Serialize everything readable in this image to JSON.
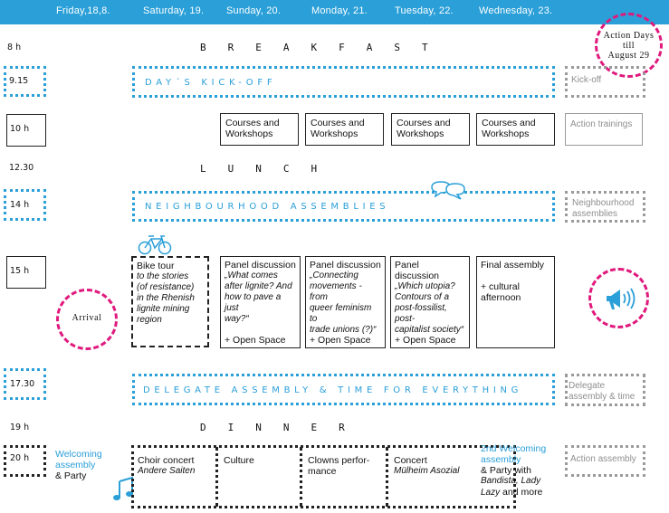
{
  "days": [
    "Friday,18,8.",
    "Saturday, 19.",
    "Sunday, 20.",
    "Monday, 21.",
    "Tuesday, 22.",
    "Wednesday, 23."
  ],
  "action_days": {
    "line1": "Action Days",
    "line2": "till",
    "line3": "August 29"
  },
  "times": {
    "t8": "8 h",
    "t915": "9.15",
    "t10": "10 h",
    "t1230": "12.30",
    "t14": "14 h",
    "t15": "15 h",
    "t1730": "17.30",
    "t19": "19 h",
    "t20": "20 h"
  },
  "breakfast": "BREAKFAST",
  "lunch": "LUNCH",
  "dinner": "DINNER",
  "kickoff": "DAY´S KICK-OFF",
  "neighbourhood": "NEIGHBOURHOOD ASSEMBLIES",
  "delegate": "DELEGATE ASSEMBLY & TIME FOR EVERYTHING",
  "right": {
    "kickoff": "Kick-off",
    "trainings": "Action trainings",
    "neigh1": "Neighbourhood",
    "neigh2": "assemblies",
    "deleg1": "Delegate",
    "deleg2": "assembly & time",
    "action_assembly": "Action assembly"
  },
  "courses": {
    "line1": "Courses and",
    "line2": "Workshops"
  },
  "arrival": "Arrival",
  "bike": {
    "title": "Bike tour",
    "l1": "to the stories",
    "l2": "(of resistance)",
    "l3": "in the Rhenish",
    "l4": "lignite mining",
    "l5": "region"
  },
  "panel_title": "Panel discussion",
  "panel1": {
    "l1": "„What comes",
    "l2": "after lignite? And",
    "l3": "how to pave a just",
    "l4": "way?“"
  },
  "panel2": {
    "l1": "„Connecting",
    "l2": "movements - from",
    "l3": "queer feminism to",
    "l4": "trade unions (?)“"
  },
  "panel3": {
    "l1": "„Which utopia?",
    "l2": "Contours of a",
    "l3": "post-fossilist, post-",
    "l4": "capitalist society“"
  },
  "open_space": "+ Open Space",
  "final": {
    "title": "Final assembly",
    "l1": "+ cultural",
    "l2": "afternoon"
  },
  "welcoming": {
    "l1": "Welcoming",
    "l2": "assembly",
    "l3": "& Party"
  },
  "choir": {
    "title": "Choir concert",
    "sub": "Andere Saiten"
  },
  "culture": "Culture",
  "clowns": {
    "l1": "Clowns perfor-",
    "l2": "mance"
  },
  "concert": {
    "title": "Concert",
    "sub": "Mülheim Asozial"
  },
  "welcoming2": {
    "l1": "2nd Welcoming",
    "l2": "assembly",
    "l3": "& Party with",
    "l4a": "Bandista, Lady",
    "l5a": "Lazy",
    "l5b": " and more"
  },
  "colors": {
    "blue": "#2a9fd8",
    "pink": "#e0197d",
    "grey": "#9a9a9a"
  },
  "icons": [
    "bicycle-icon",
    "speech-bubbles-icon",
    "megaphone-icon",
    "music-note-icon"
  ]
}
